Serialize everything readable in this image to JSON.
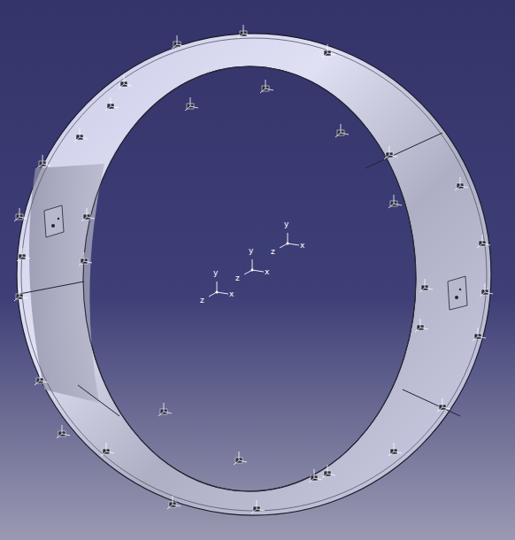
{
  "diagram": {
    "labels": [
      "y",
      "x",
      "z",
      "y",
      "x",
      "z",
      "y",
      "x",
      "z"
    ]
  }
}
